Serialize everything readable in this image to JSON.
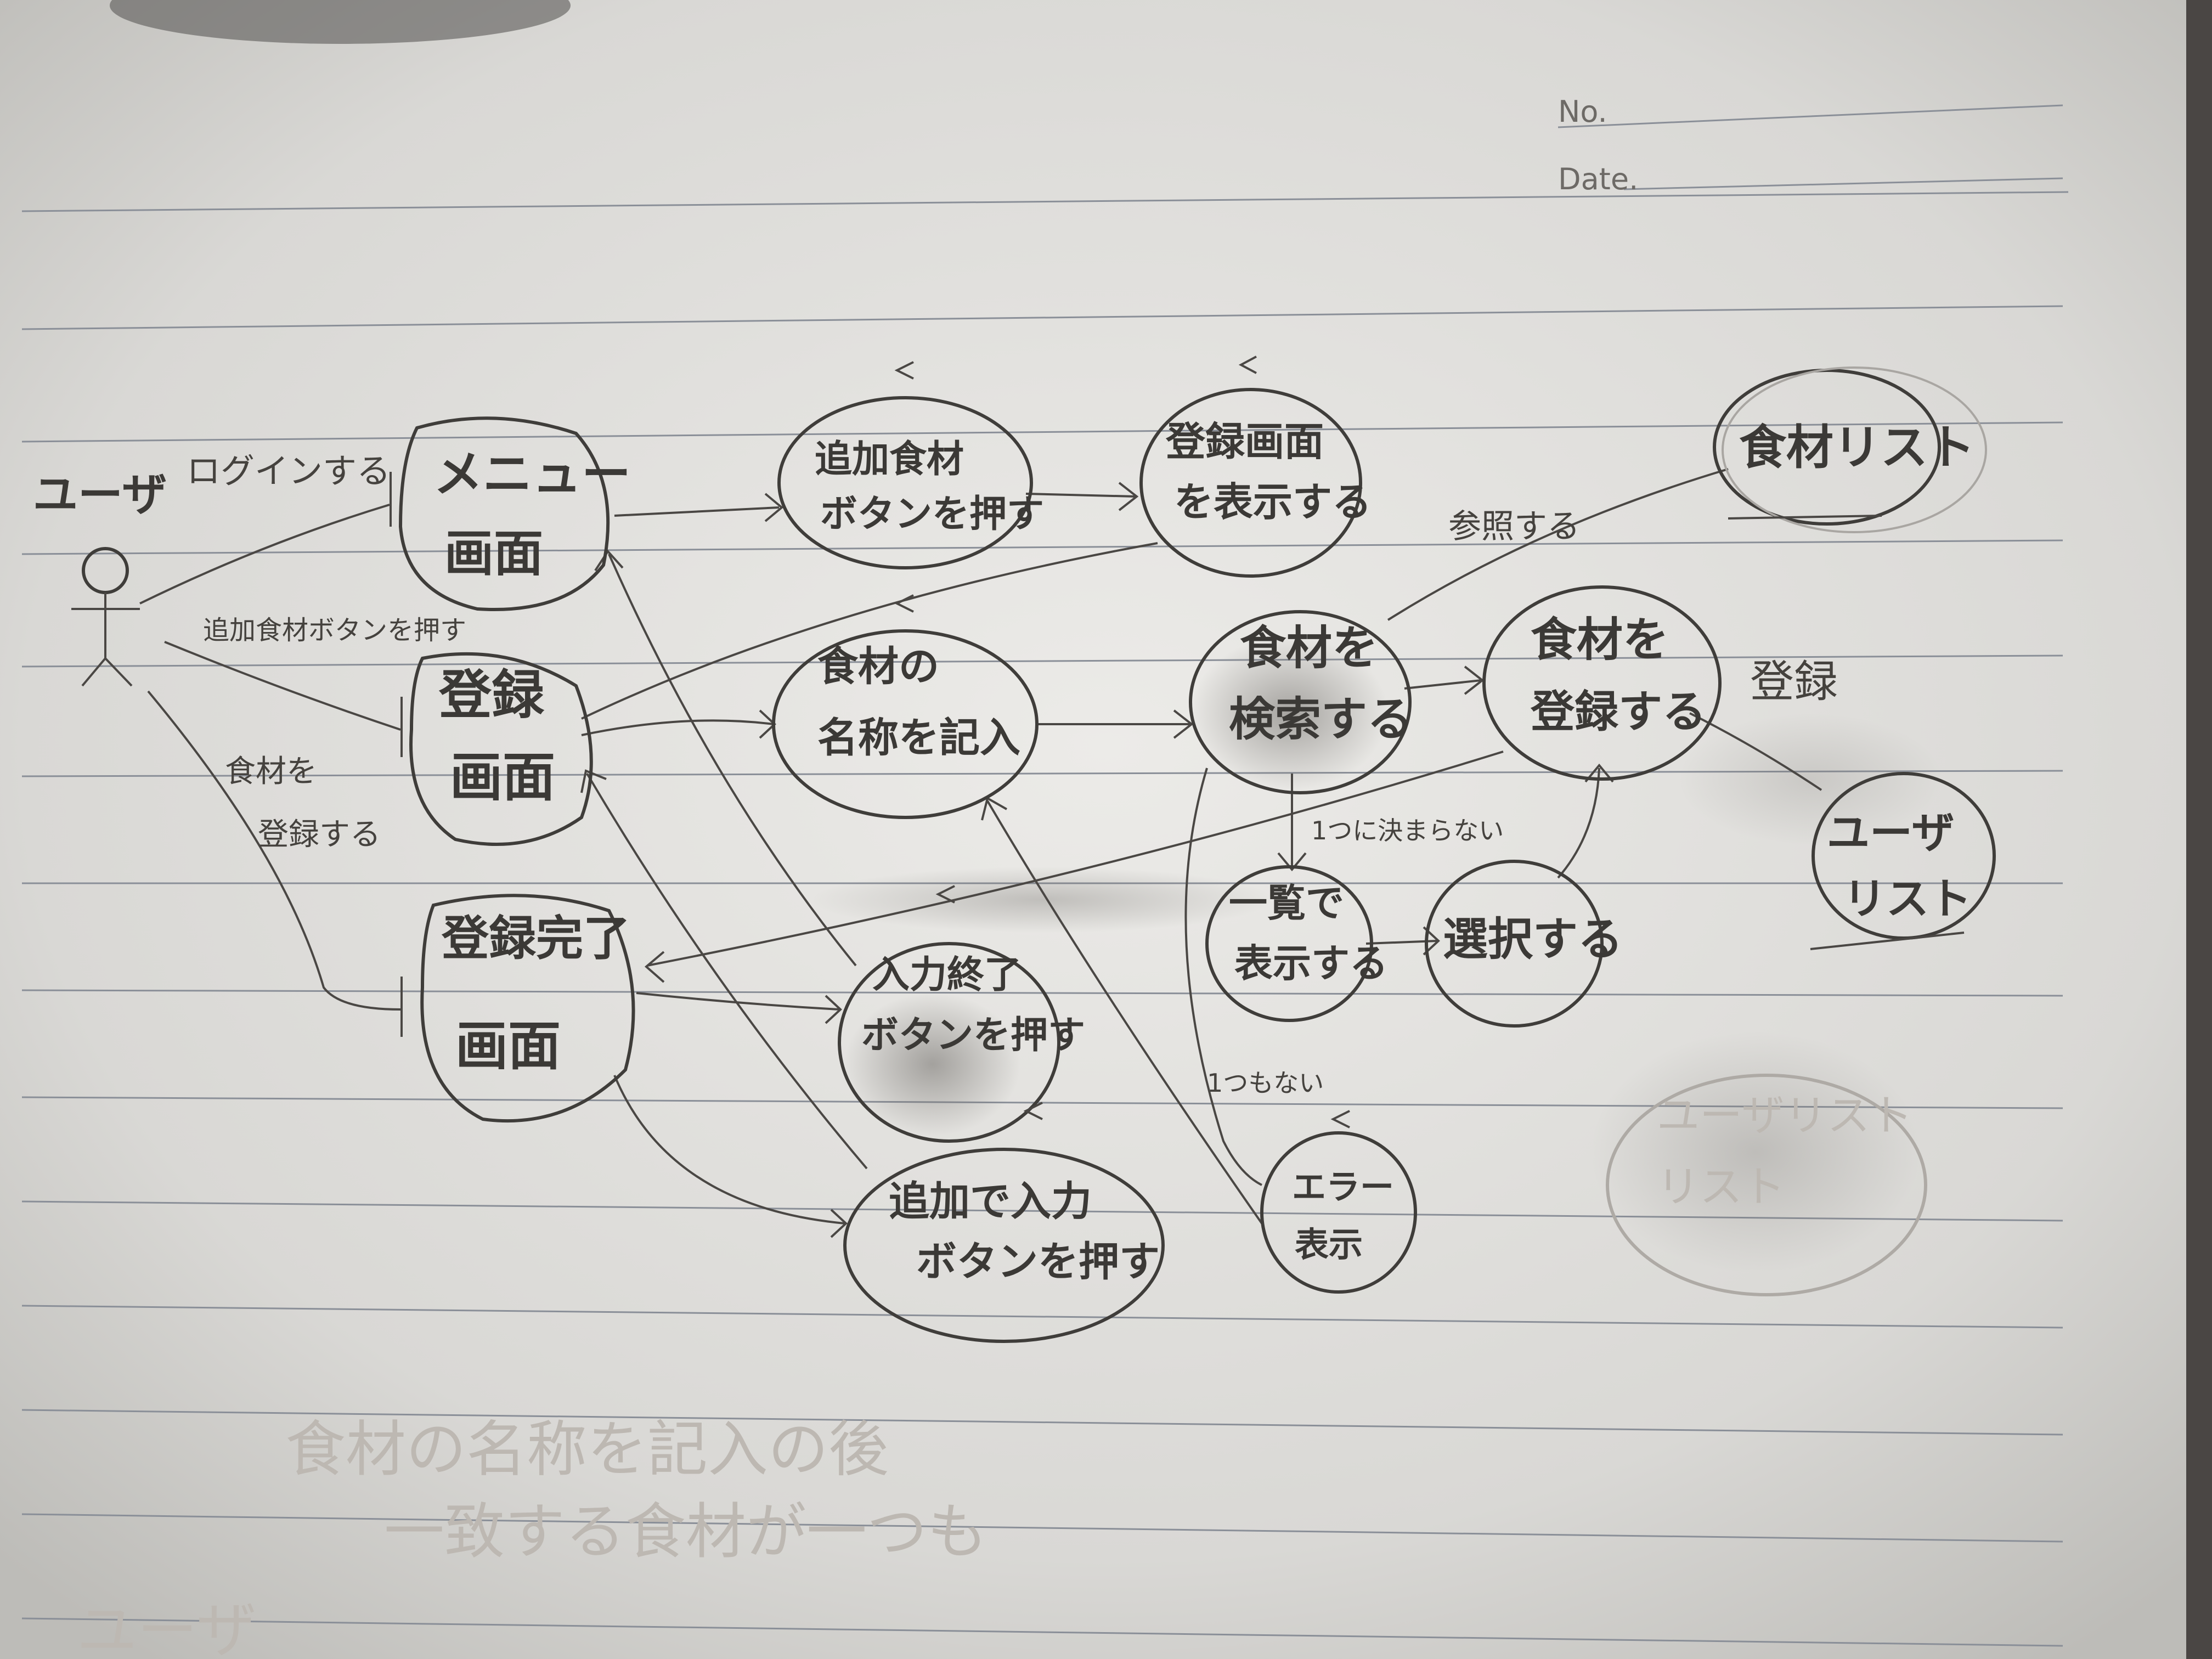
{
  "paper": {
    "header_no": "No.",
    "header_date": "Date."
  },
  "actor": {
    "label": "ユーザ"
  },
  "nodes": {
    "menu": [
      "メニュー",
      "画面"
    ],
    "register_screen": [
      "登録",
      "画面"
    ],
    "complete_screen": [
      "登録完了",
      "画面"
    ],
    "press_add_button": [
      "追加食材",
      "ボタンを押す"
    ],
    "show_register": [
      "登録画面",
      "を表示する"
    ],
    "enter_name": [
      "食材の",
      "名称を記入"
    ],
    "press_input_done": [
      "入力終了",
      "ボタンを押す"
    ],
    "press_add_input": [
      "追加で入力",
      "ボタンを押す"
    ],
    "search_food": [
      "食材を",
      "検索する"
    ],
    "list_display": [
      "一覧で",
      "表示する"
    ],
    "select": [
      "選択する"
    ],
    "error_display": [
      "エラー",
      "表示"
    ],
    "register_food": [
      "食材を",
      "登録する"
    ],
    "food_list": [
      "食材リスト"
    ],
    "user_list": [
      "ユーザ",
      "リスト"
    ],
    "user_list_faint": [
      "ユーザリスト",
      "リスト"
    ]
  },
  "edges": {
    "login": "ログインする",
    "press_add_food_btn": "追加食材ボタンを押す",
    "register_food_l1": "食材を",
    "register_food_l2": "登録する",
    "reference": "参照する",
    "register": "登録",
    "not_one": "1つに決まらない",
    "none": "1つもない"
  },
  "faint_notes": [
    "食材の名称を記入の後",
    "一致する食材が一つも",
    "ユーザ"
  ]
}
